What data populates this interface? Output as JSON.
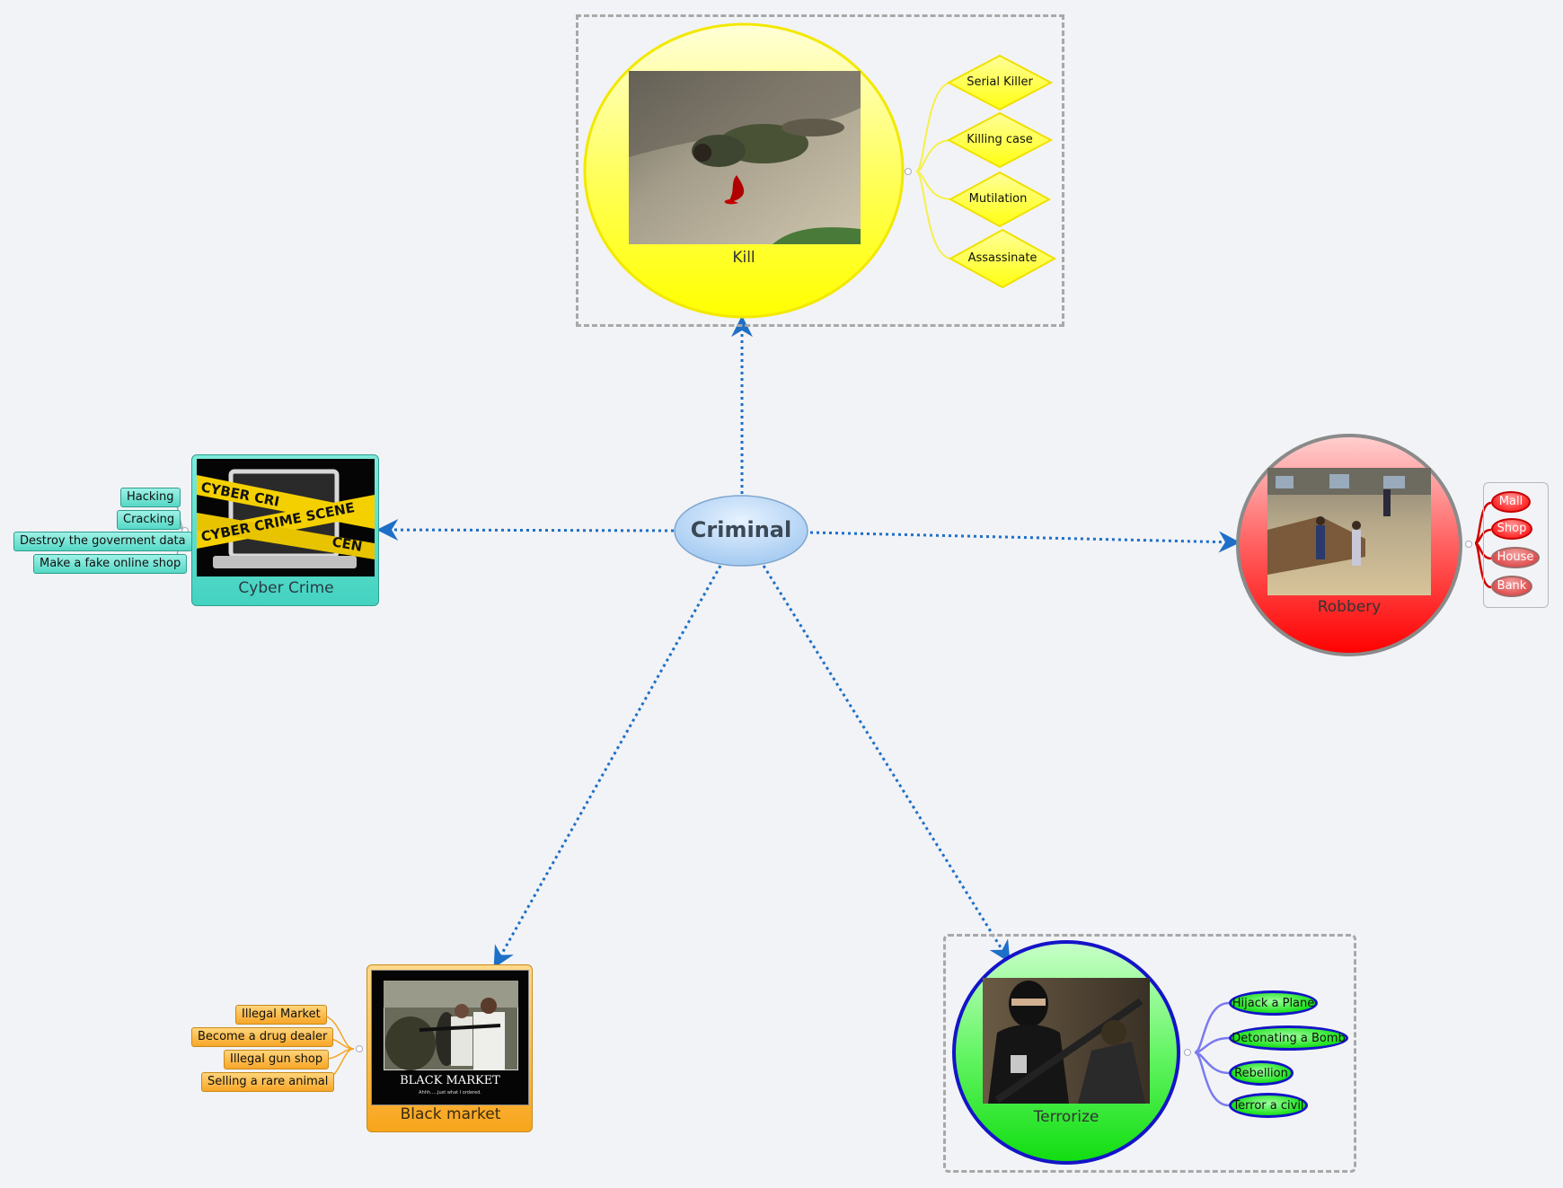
{
  "central": {
    "label": "Criminal"
  },
  "kill": {
    "label": "Kill",
    "photo": "kill-photo",
    "subtopics": [
      "Serial Killer",
      "Killing case",
      "Mutilation",
      "Assassinate"
    ],
    "color": "#ffff00"
  },
  "cyber_crime": {
    "label": "Cyber Crime",
    "photo": "cyber-crime-photo",
    "subtopics": [
      "Hacking",
      "Cracking",
      "Destroy the goverment data",
      "Make a fake online shop"
    ],
    "color": "#44d2c0"
  },
  "robbery": {
    "label": "Robbery",
    "photo": "robbery-photo",
    "subtopics": [
      "Mall",
      "Shop",
      "House",
      "Bank"
    ],
    "color": "#ff1a1a"
  },
  "black_market": {
    "label": "Black market",
    "photo": "black-market-photo",
    "photo_caption": "BLACK MARKET",
    "photo_subcaption": "Ahhh.....Just what I ordered.",
    "subtopics": [
      "Illegal Market",
      "Become a drug dealer",
      "Illegal gun shop",
      "Selling a rare animal"
    ],
    "color": "#f8a51c"
  },
  "terrorize": {
    "label": "Terrorize",
    "photo": "terrorize-photo",
    "subtopics": [
      "Hijack a Plane",
      "Detonating a Bomb",
      "Rebellion",
      "Terror a civil"
    ],
    "color": "#19e019"
  },
  "colors": {
    "connector": "#1e6fc8",
    "boundary": "#a8a8a8",
    "background": "#f2f3f6"
  }
}
